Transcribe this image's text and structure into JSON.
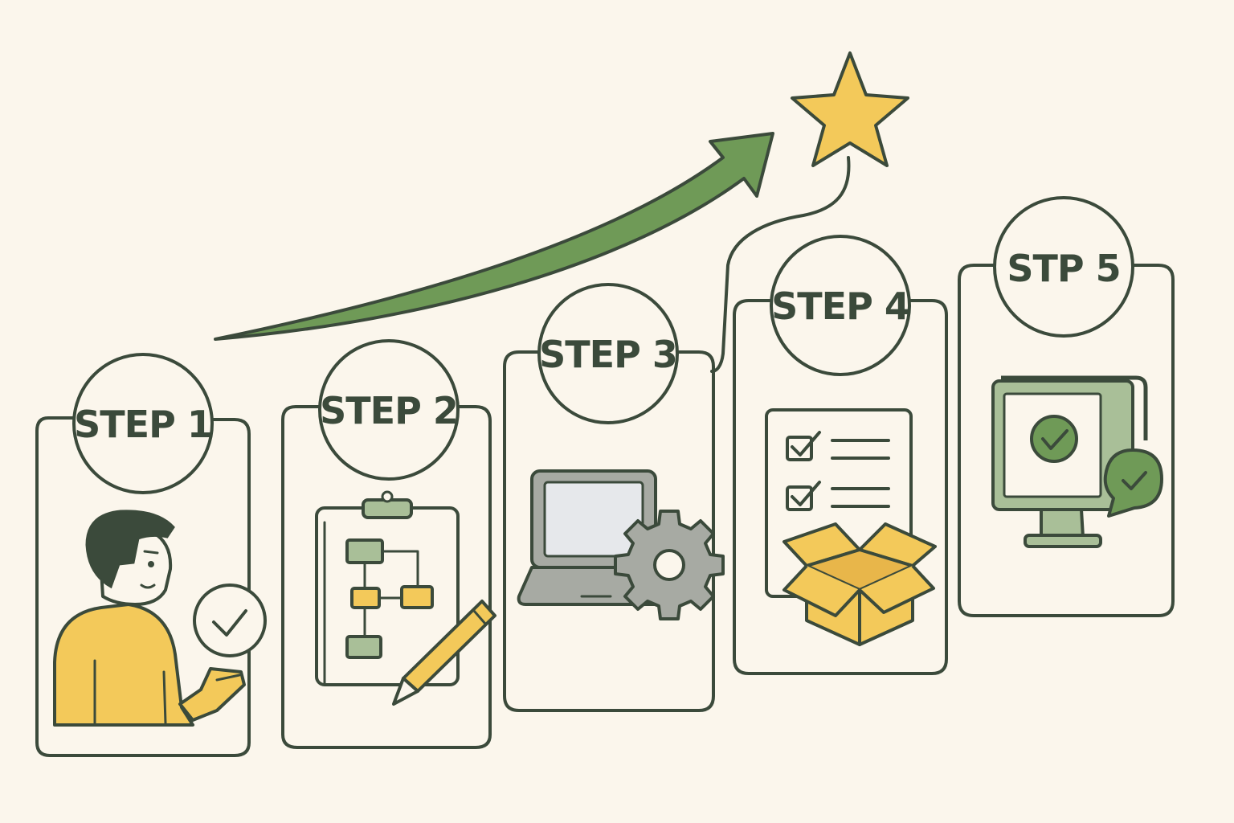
{
  "steps": [
    {
      "label": "STEP 1",
      "icon": "person-icon"
    },
    {
      "label": "STEP 2",
      "icon": "clipboard-flowchart-icon"
    },
    {
      "label": "STEP 3",
      "icon": "laptop-gear-icon"
    },
    {
      "label": "STEP 4",
      "icon": "checklist-box-icon"
    },
    {
      "label": "STP 5",
      "icon": "monitor-check-icon"
    }
  ],
  "colors": {
    "background": "#fbf6ec",
    "ink": "#3b4a3b",
    "green": "#6f9a57",
    "yellow": "#f3c95a",
    "gray": "#a7aaa3",
    "light-green": "#a9bf98"
  }
}
